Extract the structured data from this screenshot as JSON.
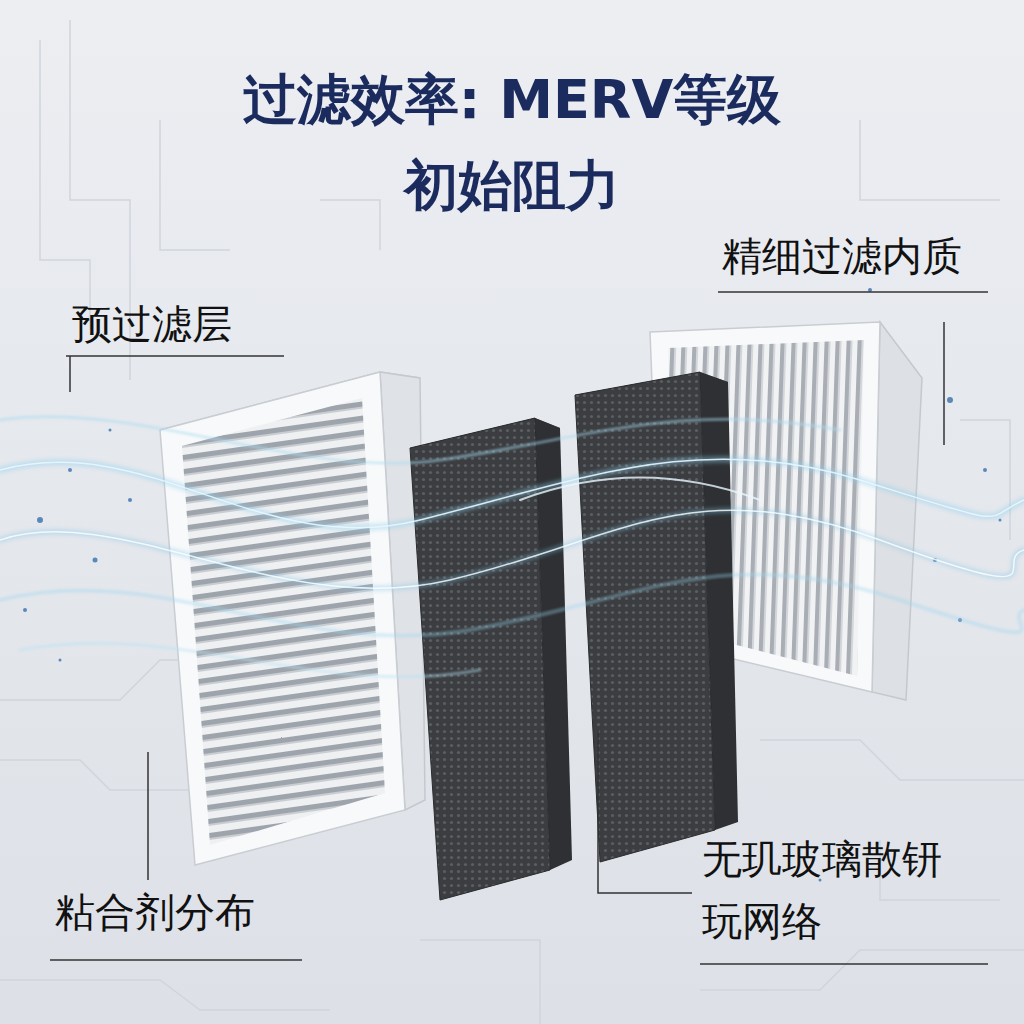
{
  "diagram": {
    "title": "过滤效率: MERV等级 初始阻力",
    "labels": [
      "预过滤层",
      "精细过滤内质",
      "粘合剂分布",
      "无玑玻璃散钘 玩网络"
    ]
  }
}
